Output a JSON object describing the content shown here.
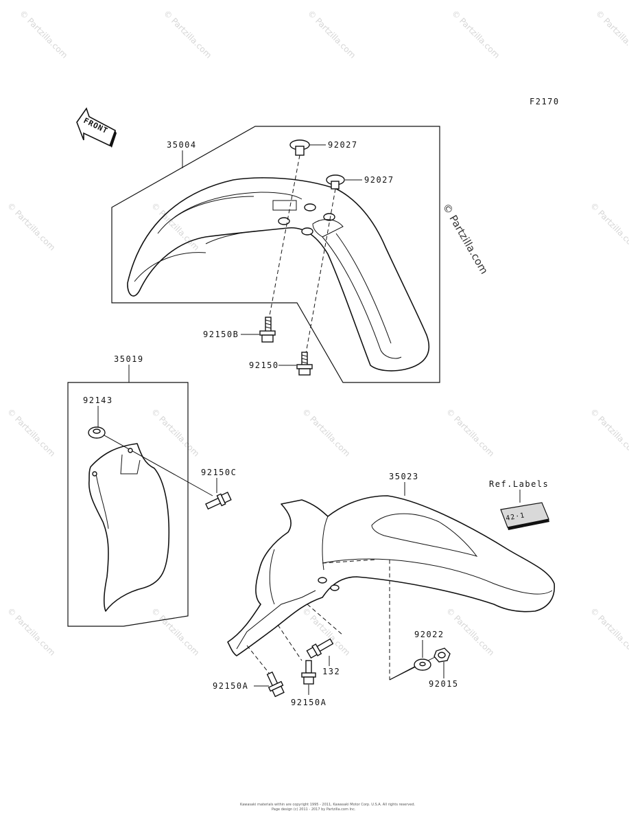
{
  "figure_code": "F2170",
  "front_label": "FRONT",
  "watermark_side": "© Partzilla.com",
  "watermark_tile": "© Partzilla.com",
  "footer_line1": "Kawasaki materials within are copyright 1995 - 2011, Kawasaki Motor Corp. U.S.A. All rights reserved.",
  "footer_line2": "Page design (c) 2011 - 2017 by Partzilla.com Inc.",
  "ref_labels": "Ref.Labels",
  "decal_text": "42·1",
  "parts": {
    "front_fender": "35004",
    "grommet_a": "92027",
    "grommet_b": "92027",
    "bolt_b": "92150B",
    "bolt": "92150",
    "fork_guard": "35019",
    "collar": "92143",
    "bolt_c": "92150C",
    "rear_fender": "35023",
    "washer": "92022",
    "nut": "92015",
    "bolt_132": "132",
    "bolt_a1": "92150A",
    "bolt_a2": "92150A"
  }
}
